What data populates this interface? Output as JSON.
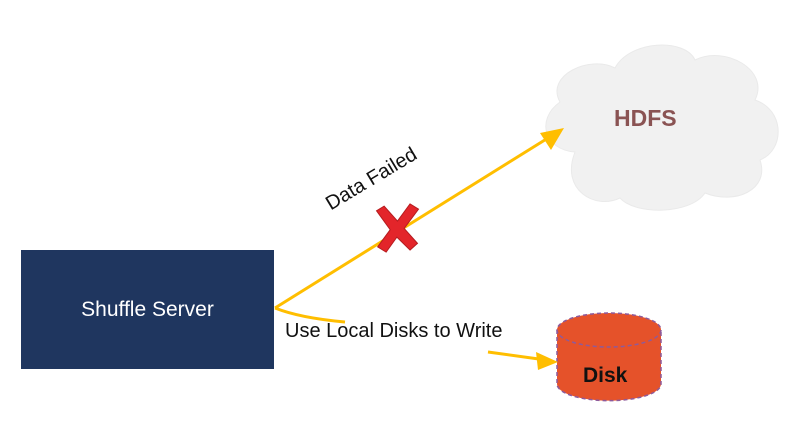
{
  "nodes": {
    "shuffle_server": {
      "label": "Shuffle Server",
      "color": "#1f365f"
    },
    "hdfs": {
      "label": "HDFS",
      "shape": "cloud",
      "fill": "#f1f1f1",
      "text_color": "#8a5353"
    },
    "disk": {
      "label": "Disk",
      "shape": "cylinder",
      "fill": "#e5522a",
      "border": "#8e5a9a"
    }
  },
  "edges": {
    "to_hdfs": {
      "label": "Data Failed",
      "color": "#ffbe00",
      "status": "failed",
      "failure_icon": "red-x-icon"
    },
    "to_disk": {
      "label": "Use Local Disks to Write",
      "color": "#ffbe00"
    }
  }
}
